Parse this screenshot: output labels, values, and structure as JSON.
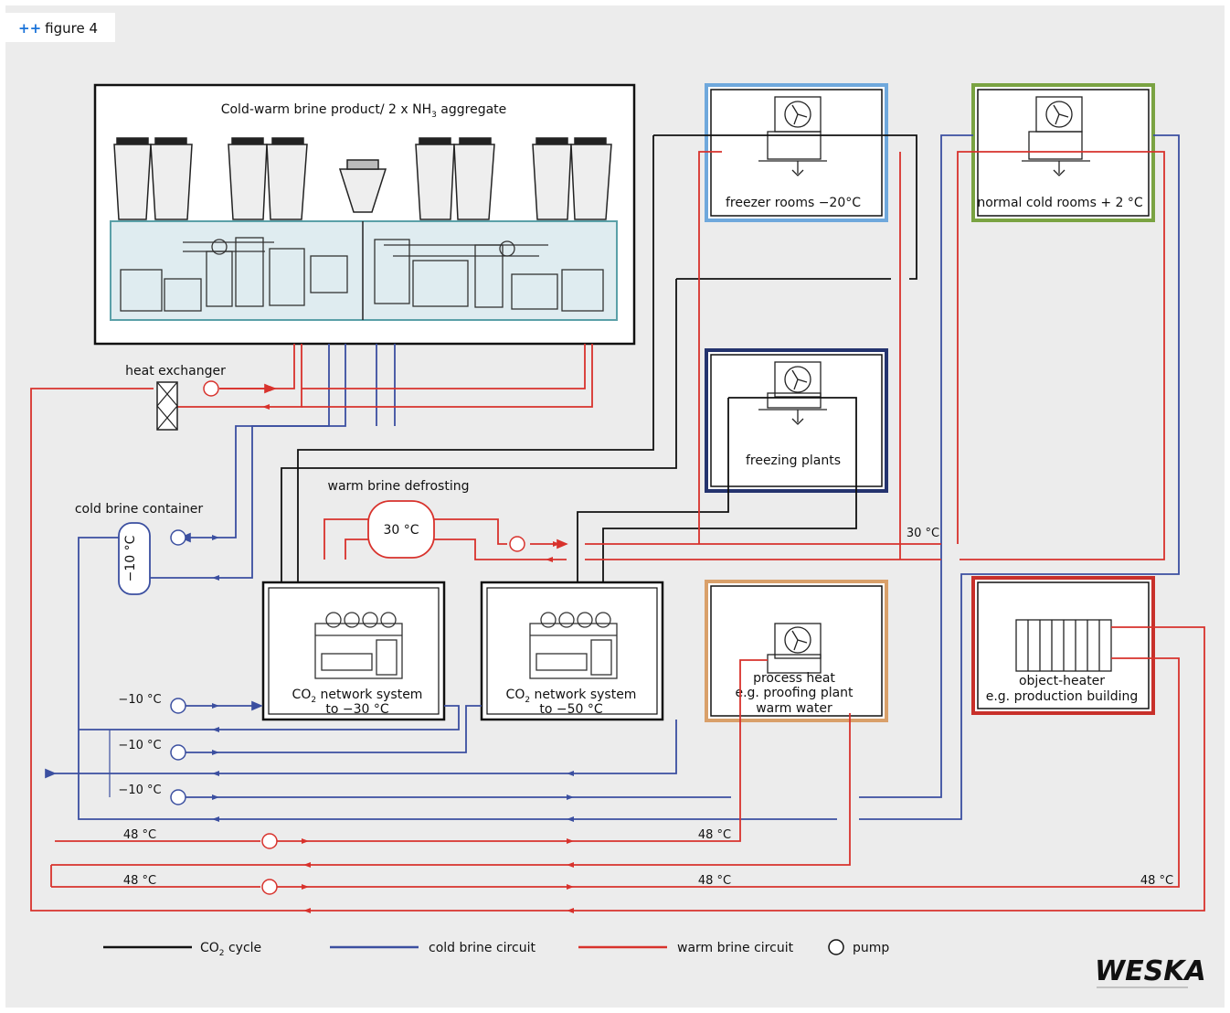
{
  "figure": {
    "prefix": "++",
    "label": "figure 4"
  },
  "aggregate": {
    "title_main": "Cold-warm brine product/ 2 x NH",
    "title_sub": "3",
    "title_end": " aggregate"
  },
  "heat_exchanger": "heat exchanger",
  "cold_brine_container": {
    "label": "cold brine container",
    "temp": "−10 °C"
  },
  "warm_brine_defrosting": {
    "label": "warm brine defrosting",
    "temp": "30 °C"
  },
  "rooms": {
    "freezer": "freezer rooms −20°C",
    "normal_cold": "normal cold rooms + 2 °C",
    "freezing_plants": "freezing plants",
    "process_heat": [
      "process heat",
      "e.g. proofing plant",
      "warm water"
    ],
    "object_heater": [
      "object-heater",
      "e.g. production building"
    ]
  },
  "co2_systems": [
    {
      "line1_a": "CO",
      "line1_sub": "2",
      "line1_b": " network system",
      "line2": "to −30 °C"
    },
    {
      "line1_a": "CO",
      "line1_sub": "2",
      "line1_b": " network system",
      "line2": "to −50 °C"
    }
  ],
  "temps": {
    "t30_right": "30 °C",
    "m10_a": "−10 °C",
    "m10_b": "−10 °C",
    "m10_c": "−10 °C",
    "t48_a": "48 °C",
    "t48_b": "48 °C",
    "t48_c": "48 °C",
    "t48_d": "48 °C",
    "t48_e": "48 °C"
  },
  "legend": {
    "co2_a": "CO",
    "co2_sub": "2",
    "co2_b": " cycle",
    "cold": "cold brine circuit",
    "warm": "warm brine circuit",
    "pump": "pump"
  },
  "logo": "WESKA",
  "colors": {
    "background": "#ececec",
    "co2": "#111111",
    "cold_brine": "#3b4fa0",
    "warm_brine": "#d8322c",
    "freezer_border": "#6fa8dc",
    "normal_border": "#7aa342",
    "freezing_plants_border": "#24336e",
    "process_border": "#d9a06a",
    "heater_border": "#c8302a",
    "figure_plus": "#1a73d9"
  }
}
